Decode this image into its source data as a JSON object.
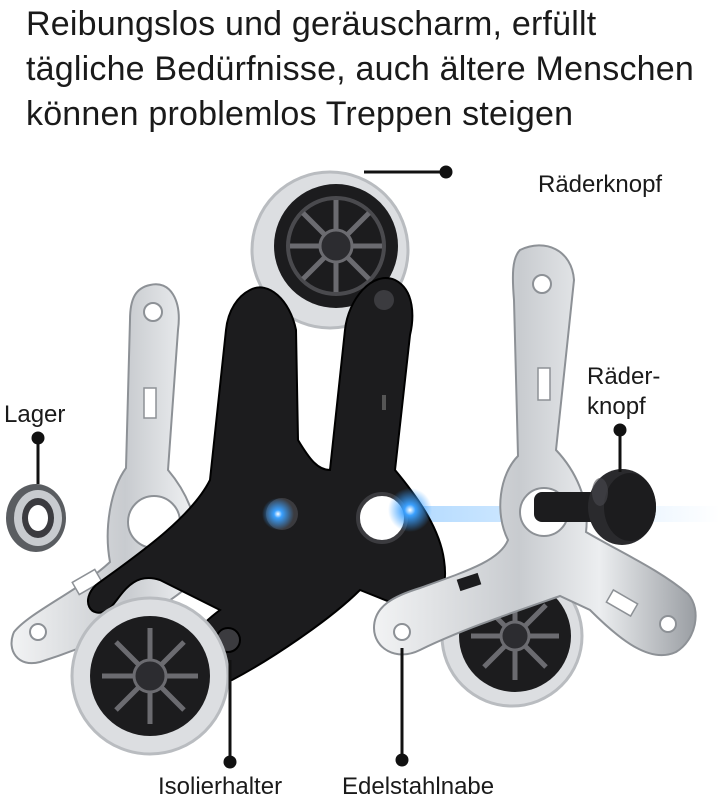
{
  "headline": "Reibungslos und geräuscharm, erfüllt tägliche Bedürfnisse, auch ältere Menschen können problemlos Treppen steigen",
  "labels": {
    "wheel_knob_top": "Räderknopf",
    "bearing": "Lager",
    "wheel_knob_line1": "Räder-",
    "wheel_knob_line2": "knopf",
    "insulator_holder": "Isolierhalter",
    "stainless_hub": "Edelstahlnabe"
  },
  "colors": {
    "steel_light": "#e4e5e7",
    "steel_mid": "#b9bcc0",
    "steel_dark": "#8d9196",
    "plastic_black": "#1c1c1e",
    "wheel_tread": "#d8dadd",
    "glow_blue": "#3aa0ff",
    "leader_line": "#111111"
  },
  "icons": [
    "stair-climbing-wheel-assembly",
    "ball-bearing",
    "wheel-knob",
    "wheel"
  ]
}
